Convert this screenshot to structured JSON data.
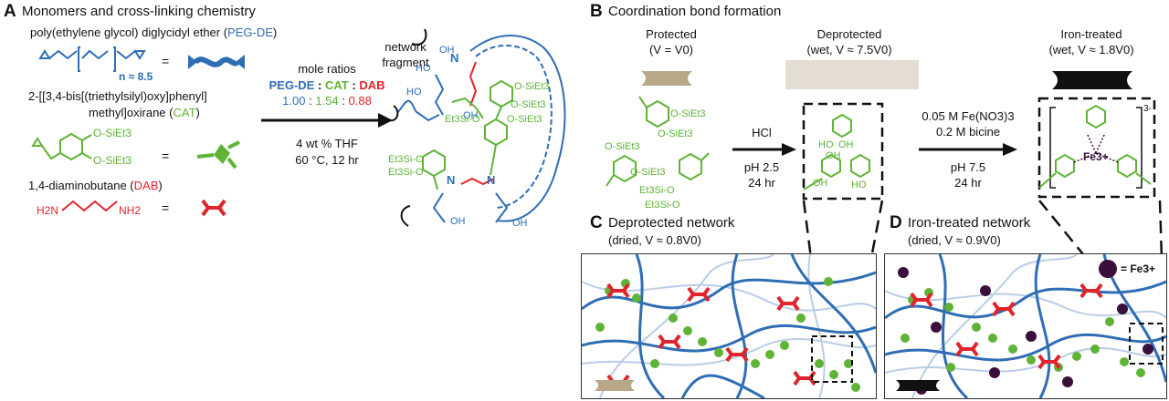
{
  "panelA": {
    "letter": "A",
    "title": "Monomers and cross-linking chemistry",
    "pegde_label_pre": "poly(ethylene glycol) diglycidyl ether (",
    "pegde_abbr": "PEG-DE",
    "pegde_label_post": ")",
    "pegde_n": "n ≈ 8.5",
    "cat_label_line1": "2-[[3,4-bis[(triethylsilyl)oxy]phenyl]",
    "cat_label_line2_pre": "methyl]oxirane (",
    "cat_abbr": "CAT",
    "cat_label_line2_post": ")",
    "dab_label_pre": "1,4-diaminobutane (",
    "dab_abbr": "DAB",
    "dab_label_post": ")",
    "equals": "=",
    "mole_ratios_title": "mole ratios",
    "ratio_sep": ":",
    "ratio_pegde": "1.00",
    "ratio_cat": "1.54",
    "ratio_dab": "0.88",
    "cond1": "4 wt % THF",
    "cond2": "60 °C, 12 hr",
    "network_fragment_1": "network",
    "network_fragment_2": "fragment",
    "osiet3": "O-SiEt3",
    "et3sio": "Et3Si-O",
    "oh": "OH",
    "ho": "HO",
    "n_atom": "N",
    "h2n": "H2N",
    "nh2": "NH2"
  },
  "panelB": {
    "letter": "B",
    "title": "Coordination bond formation",
    "protected_1": "Protected",
    "protected_2": "(V = V0)",
    "deprotected_1": "Deprotected",
    "deprotected_2": "(wet, V ≈ 7.5V0)",
    "iron_1": "Iron-treated",
    "iron_2": "(wet, V ≈ 1.8V0)",
    "step1_reagent": "HCl",
    "step1_cond1": "pH 2.5",
    "step1_cond2": "24 hr",
    "step2_reagent1": "0.05 M Fe(NO3)3",
    "step2_reagent2": "0.2 M bicine",
    "step2_cond1": "pH 7.5",
    "step2_cond2": "24 hr",
    "charge": "3-",
    "fe": "Fe3+"
  },
  "panelC": {
    "letter": "C",
    "title": "Deprotected network",
    "subtitle": "(dried, V ≈ 0.8V0)"
  },
  "panelD": {
    "letter": "D",
    "title": "Iron-treated network",
    "subtitle": "(dried, V ≈ 0.9V0)",
    "legend": "= Fe3+"
  },
  "colors": {
    "peg": "#2f6db5",
    "cat": "#5fb336",
    "dab": "#e0242b",
    "fe": "#3a0f3a",
    "protected_gel": "#b8a888",
    "deprotected_gel": "#e4ddd4",
    "iron_gel": "#111111"
  }
}
